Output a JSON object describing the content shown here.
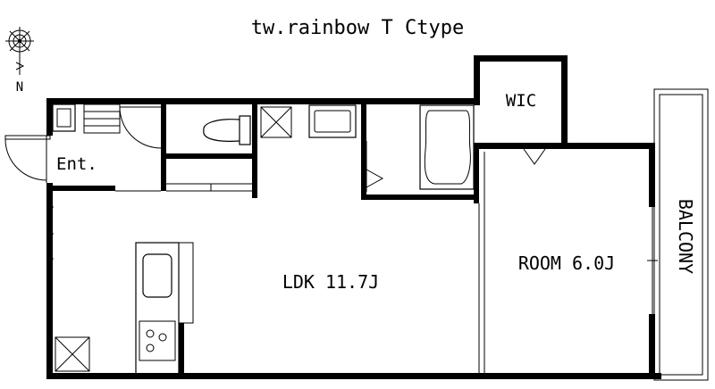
{
  "title": "tw.rainbow T Ctype",
  "north_label": "N",
  "rooms": {
    "entrance": "Ent.",
    "wic": "WIC",
    "ldk": "LDK 11.7J",
    "room": "ROOM 6.0J",
    "balcony": "BALCONY"
  }
}
